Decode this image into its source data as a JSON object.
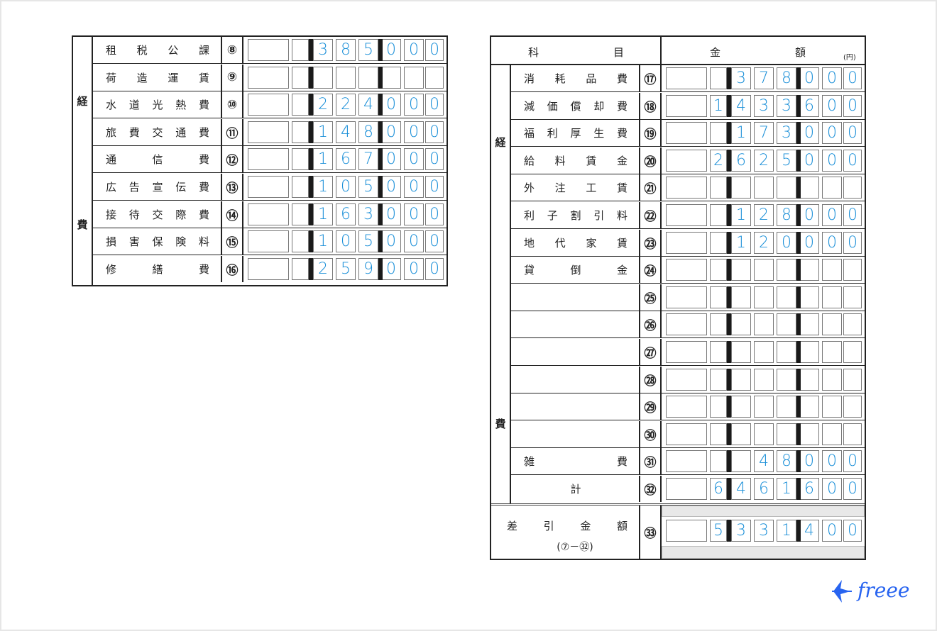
{
  "left_table": {
    "side_labels": [
      "経",
      "費"
    ],
    "rows": [
      {
        "num": "⑧",
        "name": [
          "租",
          "税",
          "公",
          "課"
        ],
        "digits": [
          "",
          "",
          "3",
          "8",
          "5",
          "0",
          "0",
          "0"
        ]
      },
      {
        "num": "⑨",
        "name": [
          "荷",
          "造",
          "運",
          "賃"
        ],
        "digits": [
          "",
          "",
          "",
          "",
          "",
          "",
          "",
          ""
        ]
      },
      {
        "num": "⑩",
        "name": [
          "水",
          "道",
          "光",
          "熱",
          "費"
        ],
        "digits": [
          "",
          "",
          "2",
          "2",
          "4",
          "0",
          "0",
          "0"
        ]
      },
      {
        "num": "⑪",
        "name": [
          "旅",
          "費",
          "交",
          "通",
          "費"
        ],
        "digits": [
          "",
          "",
          "1",
          "4",
          "8",
          "0",
          "0",
          "0"
        ]
      },
      {
        "num": "⑫",
        "name": [
          "通",
          "信",
          "費"
        ],
        "digits": [
          "",
          "",
          "1",
          "6",
          "7",
          "0",
          "0",
          "0"
        ]
      },
      {
        "num": "⑬",
        "name": [
          "広",
          "告",
          "宣",
          "伝",
          "費"
        ],
        "digits": [
          "",
          "",
          "1",
          "0",
          "5",
          "0",
          "0",
          "0"
        ]
      },
      {
        "num": "⑭",
        "name": [
          "接",
          "待",
          "交",
          "際",
          "費"
        ],
        "digits": [
          "",
          "",
          "1",
          "6",
          "3",
          "0",
          "0",
          "0"
        ]
      },
      {
        "num": "⑮",
        "name": [
          "損",
          "害",
          "保",
          "険",
          "料"
        ],
        "digits": [
          "",
          "",
          "1",
          "0",
          "5",
          "0",
          "0",
          "0"
        ]
      },
      {
        "num": "⑯",
        "name": [
          "修",
          "繕",
          "費"
        ],
        "digits": [
          "",
          "",
          "2",
          "5",
          "9",
          "0",
          "0",
          "0"
        ]
      }
    ]
  },
  "right_table": {
    "header": {
      "subject_left": "科",
      "subject_right": "目",
      "amount_left": "金",
      "amount_right": "額",
      "unit": "(円)"
    },
    "side_labels": [
      "経",
      "費"
    ],
    "rows": [
      {
        "num": "⑰",
        "name": [
          "消",
          "耗",
          "品",
          "費"
        ],
        "digits": [
          "",
          "",
          "3",
          "7",
          "8",
          "0",
          "0",
          "0"
        ]
      },
      {
        "num": "⑱",
        "name": [
          "減",
          "価",
          "償",
          "却",
          "費"
        ],
        "digits": [
          "",
          "1",
          "4",
          "3",
          "3",
          "6",
          "0",
          "0"
        ]
      },
      {
        "num": "⑲",
        "name": [
          "福",
          "利",
          "厚",
          "生",
          "費"
        ],
        "digits": [
          "",
          "",
          "1",
          "7",
          "3",
          "0",
          "0",
          "0"
        ]
      },
      {
        "num": "⑳",
        "name": [
          "給",
          "料",
          "賃",
          "金"
        ],
        "digits": [
          "",
          "2",
          "6",
          "2",
          "5",
          "0",
          "0",
          "0"
        ]
      },
      {
        "num": "㉑",
        "name": [
          "外",
          "注",
          "工",
          "賃"
        ],
        "digits": [
          "",
          "",
          "",
          "",
          "",
          "",
          "",
          ""
        ]
      },
      {
        "num": "㉒",
        "name": [
          "利",
          "子",
          "割",
          "引",
          "料"
        ],
        "digits": [
          "",
          "",
          "1",
          "2",
          "8",
          "0",
          "0",
          "0"
        ]
      },
      {
        "num": "㉓",
        "name": [
          "地",
          "代",
          "家",
          "賃"
        ],
        "digits": [
          "",
          "",
          "1",
          "2",
          "0",
          "0",
          "0",
          "0"
        ]
      },
      {
        "num": "㉔",
        "name": [
          "貸",
          "倒",
          "金"
        ],
        "digits": [
          "",
          "",
          "",
          "",
          "",
          "",
          "",
          ""
        ]
      },
      {
        "num": "㉕",
        "name": [],
        "digits": [
          "",
          "",
          "",
          "",
          "",
          "",
          "",
          ""
        ]
      },
      {
        "num": "㉖",
        "name": [],
        "digits": [
          "",
          "",
          "",
          "",
          "",
          "",
          "",
          ""
        ]
      },
      {
        "num": "㉗",
        "name": [],
        "digits": [
          "",
          "",
          "",
          "",
          "",
          "",
          "",
          ""
        ]
      },
      {
        "num": "㉘",
        "name": [],
        "digits": [
          "",
          "",
          "",
          "",
          "",
          "",
          "",
          ""
        ]
      },
      {
        "num": "㉙",
        "name": [],
        "digits": [
          "",
          "",
          "",
          "",
          "",
          "",
          "",
          ""
        ]
      },
      {
        "num": "㉚",
        "name": [],
        "digits": [
          "",
          "",
          "",
          "",
          "",
          "",
          "",
          ""
        ]
      },
      {
        "num": "㉛",
        "name": [
          "雑",
          "費"
        ],
        "digits": [
          "",
          "",
          "",
          "4",
          "8",
          "0",
          "0",
          "0"
        ]
      },
      {
        "num": "㉜",
        "name": [
          "計"
        ],
        "digits": [
          "",
          "6",
          "4",
          "6",
          "1",
          "6",
          "0",
          "0"
        ]
      }
    ],
    "difference": {
      "label": [
        "差",
        "引",
        "金",
        "額"
      ],
      "formula": "(⑦－㉜)",
      "num": "㉝",
      "digits": [
        "",
        "5",
        "3",
        "3",
        "1",
        "4",
        "0",
        "0"
      ]
    }
  },
  "logo": {
    "text": "freee",
    "color": "#2864f0"
  },
  "colors": {
    "digit": "#1a8fd8",
    "line": "#222222",
    "gray_band": "#e8e8e8"
  }
}
